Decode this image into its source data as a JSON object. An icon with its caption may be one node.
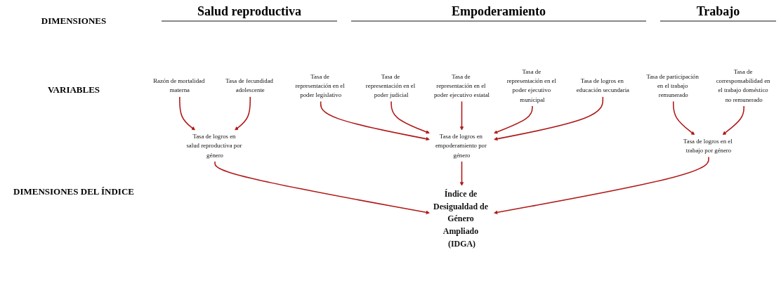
{
  "diagram": {
    "nodes": [
      {
        "text": [
          "Razón de mortalidad materna"
        ]
      },
      {
        "text": [
          "Tasa de fecundidad adolescente"
        ]
      },
      {
        "text": [
          "Tasa de representación en el poder legislativo"
        ]
      },
      {
        "text": [
          "Tasa de representación en el poder judicial"
        ]
      },
      {
        "text": [
          "Tasa de representación en el poder ejecutivo estatal"
        ]
      },
      {
        "text": [
          "Tasa de representación en el poder ejecutivo municipal"
        ]
      },
      {
        "text": [
          "Tasa de logros en educación secundaria"
        ]
      },
      {
        "text": [
          "Tasa de participación en el trabajo remunerado"
        ]
      },
      {
        "text": [
          "Tasa de corresponsabilidad en el trabajo doméstico no remunerado"
        ]
      },
      {
        "text": [
          "Tasa de logros en salud reproductiva por género"
        ]
      },
      {
        "text": [
          "Tasa de logros en empoderamiento por género"
        ]
      },
      {
        "text": [
          "Tasa de logros en el trabajo por género"
        ]
      },
      {
        "text": [
          "Índice de Desigualdad de Género Ampliado (IDGA)"
        ]
      }
    ],
    "edges": [
      {
        "from": 0,
        "to": 9,
        "arrow": "to"
      },
      {
        "from": 1,
        "to": 9,
        "arrow": "to"
      },
      {
        "from": 2,
        "to": 10,
        "arrow": "to"
      },
      {
        "from": 3,
        "to": 10,
        "arrow": "to"
      },
      {
        "from": 4,
        "to": 10,
        "arrow": "to"
      },
      {
        "from": 5,
        "to": 10,
        "arrow": "to"
      },
      {
        "from": 6,
        "to": 10,
        "arrow": "to"
      },
      {
        "from": 7,
        "to": 11,
        "arrow": "to"
      },
      {
        "from": 8,
        "to": 11,
        "arrow": "to"
      },
      {
        "from": 9,
        "to": 12,
        "arrow": "to"
      },
      {
        "from": 10,
        "to": 12,
        "arrow": "to"
      },
      {
        "from": 11,
        "to": 12,
        "arrow": "to"
      }
    ],
    "labels": [
      "DIMENSIONES",
      "Salud reproductiva",
      "Empoderamiento",
      "Trabajo",
      "VARIABLES",
      "DIMENSIONES DEL ÍNDICE"
    ]
  }
}
